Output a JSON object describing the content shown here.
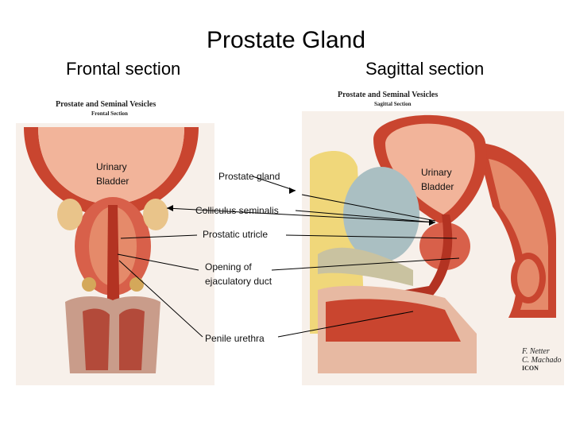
{
  "title": "Prostate Gland",
  "subtitles": {
    "frontal": "Frontal section",
    "sagittal": "Sagittal section"
  },
  "plates": {
    "frontal": {
      "title": "Prostate and Seminal Vesicles",
      "subtitle": "Frontal Section"
    },
    "sagittal": {
      "title": "Prostate and Seminal Vesicles",
      "subtitle": "Sagittal Section"
    }
  },
  "labels": {
    "urinary_bladder_left": "Urinary\nBladder",
    "prostate_gland": "Prostate gland",
    "urinary_bladder_right": "Urinary\nBladder",
    "colliculus": "Colliculus seminalis",
    "prostatic_utricle": "Prostatic utricle",
    "opening": "Opening of\nejaculatory duct",
    "penile_urethra": "Penile urethra"
  },
  "signature": {
    "name": "F. Netter",
    "credit": "C. Machado",
    "mark": "ICON"
  },
  "colors": {
    "muscle": "#c9452f",
    "muscle_light": "#e58a6a",
    "lumen": "#f2b49a",
    "fat": "#f0d77a",
    "bone": "#c9c2a0",
    "vesicle": "#aabfc2"
  }
}
